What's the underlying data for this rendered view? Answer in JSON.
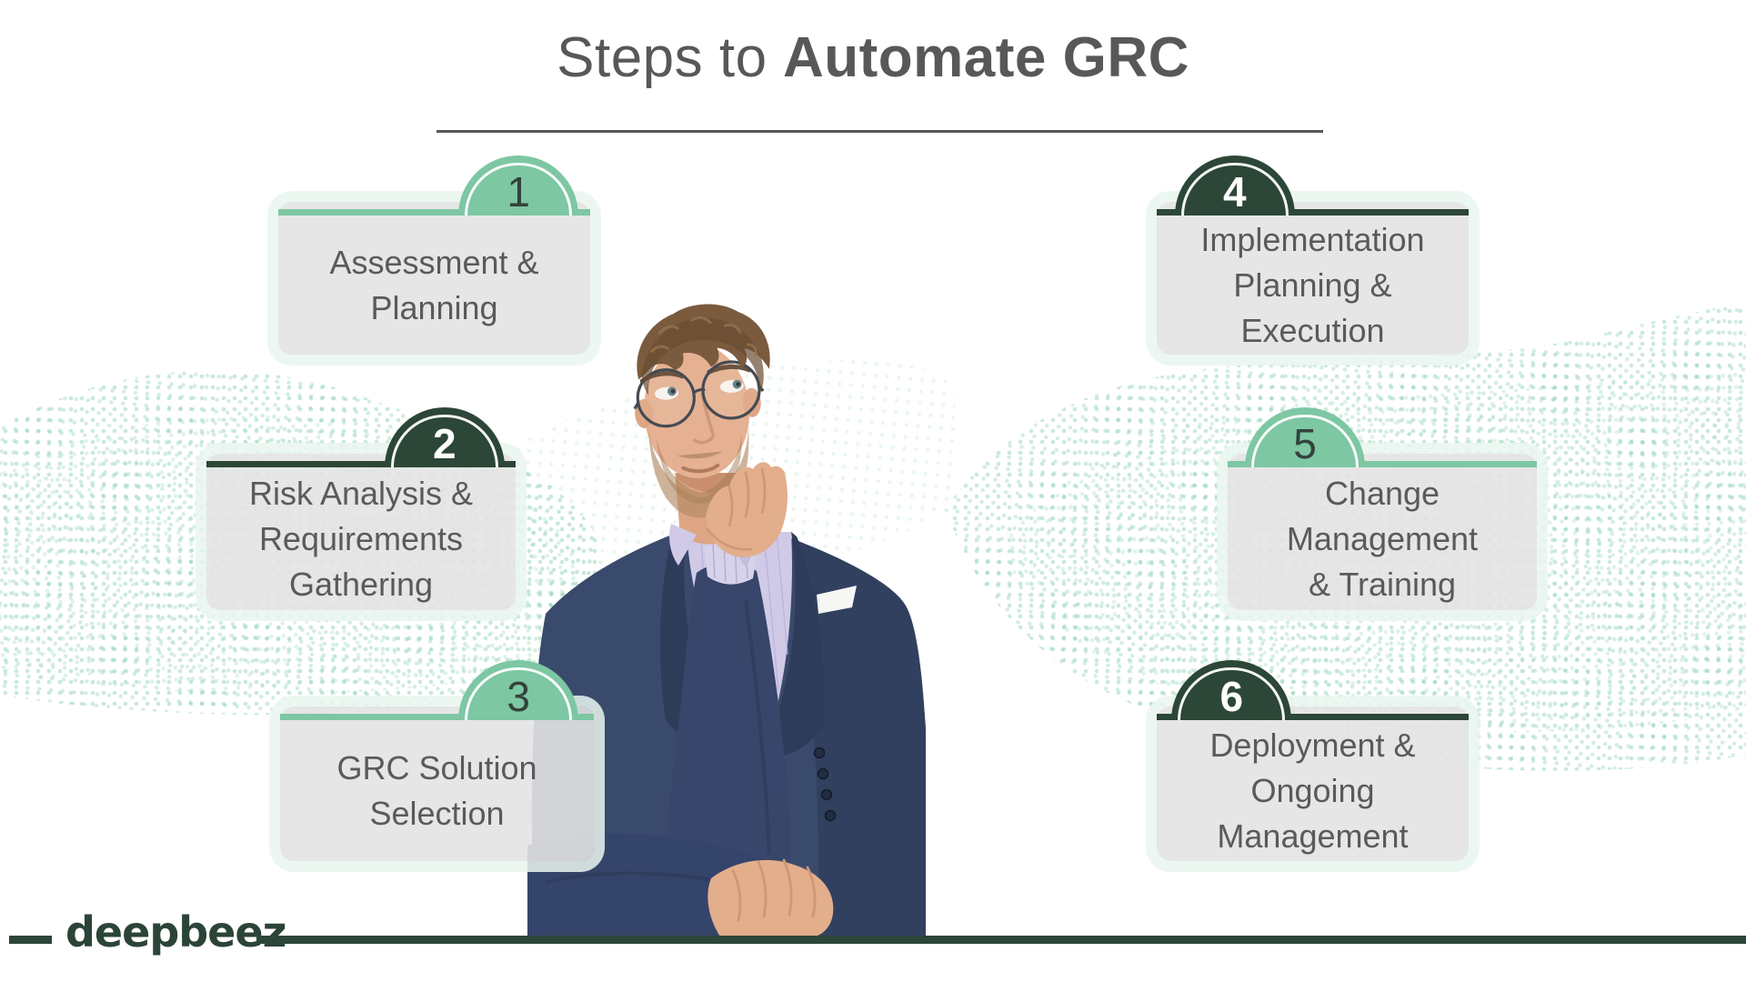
{
  "title": {
    "prefix": "Steps to",
    "emphasis": "Automate GRC"
  },
  "steps": [
    {
      "number": "1",
      "theme": "light",
      "lines": [
        "Assessment &",
        "Planning"
      ]
    },
    {
      "number": "2",
      "theme": "dark",
      "lines": [
        "Risk Analysis &",
        "Requirements",
        "Gathering"
      ]
    },
    {
      "number": "3",
      "theme": "light",
      "lines": [
        "GRC Solution",
        "Selection"
      ]
    },
    {
      "number": "4",
      "theme": "dark",
      "lines": [
        "Implementation",
        "Planning &",
        "Execution"
      ]
    },
    {
      "number": "5",
      "theme": "light",
      "lines": [
        "Change",
        "Management",
        "& Training"
      ]
    },
    {
      "number": "6",
      "theme": "dark",
      "lines": [
        "Deployment &",
        "Ongoing",
        "Management"
      ]
    }
  ],
  "footer": {
    "logo_text": "deepbeez"
  },
  "colors": {
    "light_green": "#7dc7a3",
    "dark_green": "#2c4638",
    "card_bg": "#e3e3e3",
    "card_text": "#5a5a5a",
    "title_text": "#58585a",
    "dot_color": "#7ecbaa"
  }
}
